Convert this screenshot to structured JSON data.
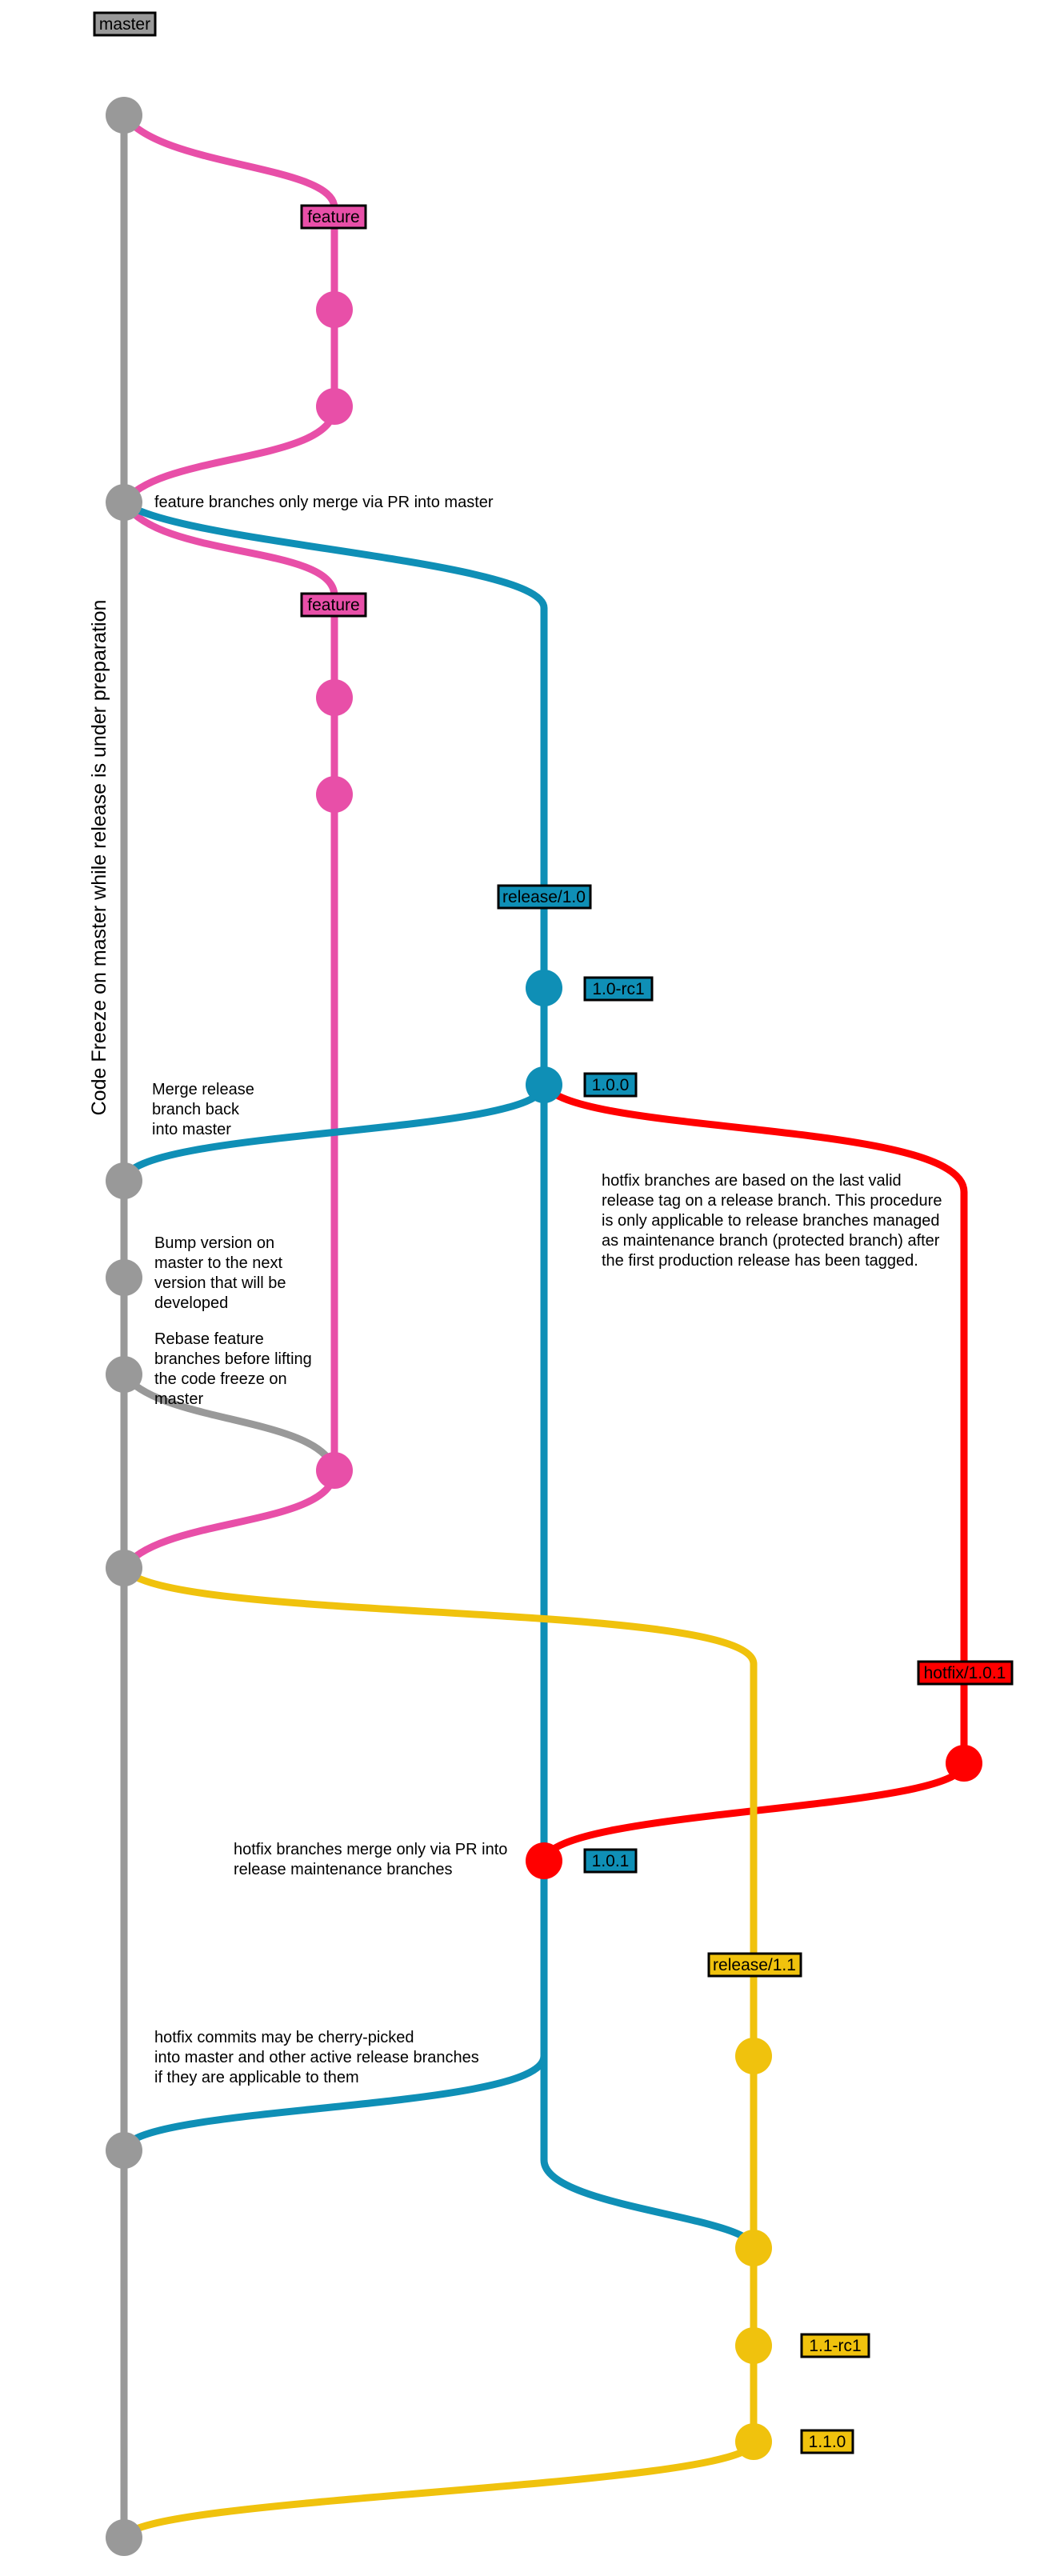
{
  "colors": {
    "master": "#999999",
    "feature": "#e84fa8",
    "release_1_0": "#0f8fb6",
    "hotfix": "#ff0000",
    "release_1_1": "#f0c20d",
    "tag_border": "#000000"
  },
  "branch_labels": {
    "master": "master",
    "feature_1": "feature",
    "feature_2": "feature",
    "release_1_0": "release/1.0",
    "hotfix_1_0_1": "hotfix/1.0.1",
    "release_1_1": "release/1.1"
  },
  "version_tags": {
    "v1_0_rc1": "1.0-rc1",
    "v1_0_0": "1.0.0",
    "v1_0_1": "1.0.1",
    "v1_1_rc1": "1.1-rc1",
    "v1_1_0": "1.1.0"
  },
  "notes": {
    "feature_merge": [
      "feature branches only merge via PR into master"
    ],
    "merge_release": [
      "Merge release",
      "branch back",
      "into master"
    ],
    "bump_version": [
      "Bump version on",
      "master to the next",
      "version that will be",
      "developed"
    ],
    "rebase_feature": [
      "Rebase feature",
      "branches before lifting",
      "the code freeze on",
      "master"
    ],
    "hotfix_based": [
      "hotfix branches are based on the last valid",
      "release tag on a release branch. This procedure",
      "is only applicable to release branches managed",
      "as maintenance branch (protected branch) after",
      "the first production release has been tagged."
    ],
    "hotfix_merge": [
      "hotfix branches merge only via PR into",
      "release maintenance branches"
    ],
    "cherry_pick": [
      "hotfix commits may be cherry-picked",
      "into master and other active release branches",
      "if they are applicable to them"
    ],
    "code_freeze": "Code Freeze on master while release is under preparation"
  }
}
